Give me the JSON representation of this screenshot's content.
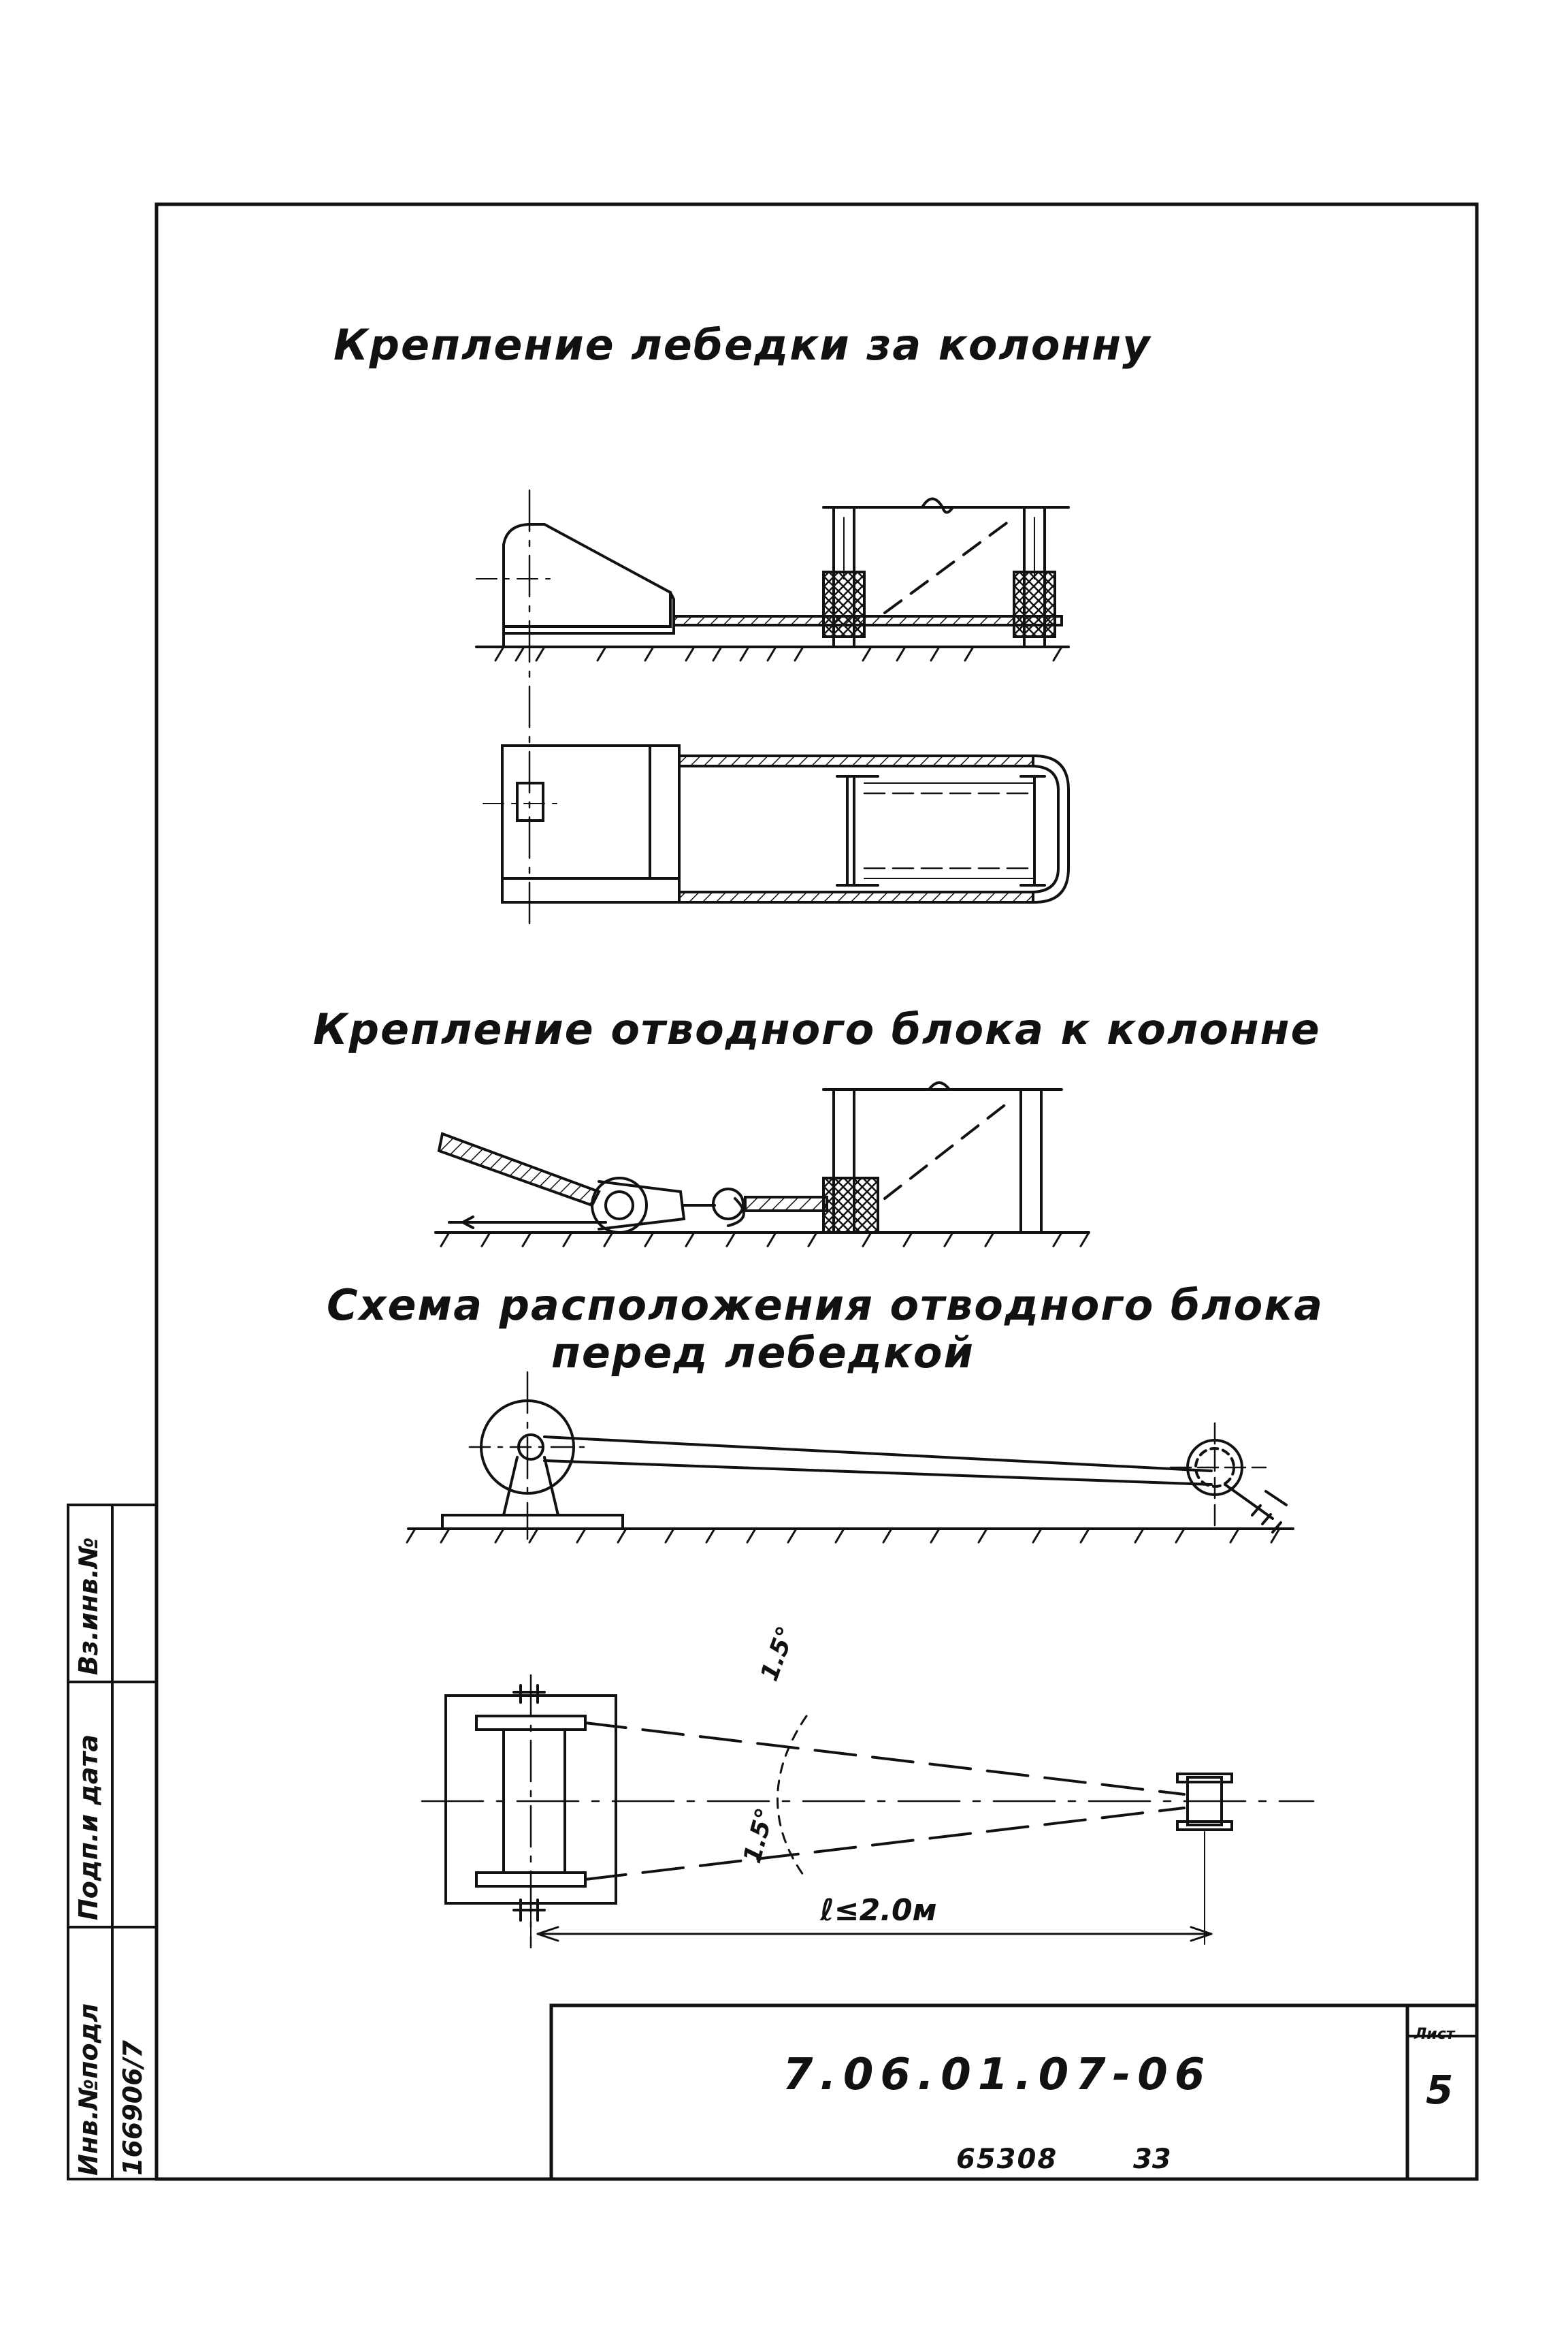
{
  "titles": {
    "winch_mount": "Крепление лебедки за колонну",
    "block_mount": "Крепление отводного блока к колонне",
    "block_scheme_line1": "Схема расположения отводного блока",
    "block_scheme_line2": "перед лебедкой"
  },
  "dimensions": {
    "distance": "ℓ≤2.0м",
    "angle_top": "1.5°",
    "angle_bottom": "1.5°"
  },
  "stamp": {
    "document_code": "7.06.01.07-06",
    "sheet_label": "Лист",
    "sheet_number": "5"
  },
  "side_table": {
    "inv_no_label": "Инв.№подл",
    "sign_date_label": "Подп.и дата",
    "replaced_label": "Вз.инв.№",
    "inv_no_value": "166906/7"
  },
  "footer": {
    "archive_no": "65308",
    "page": "33"
  }
}
